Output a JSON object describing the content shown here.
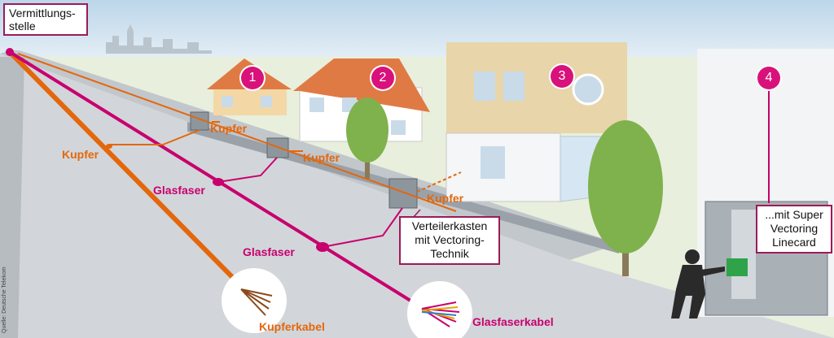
{
  "callouts": {
    "exchange": "Vermittlungs-\nstelle",
    "cabinet": "Verteilerkasten\nmit Vectoring-\nTechnik",
    "linecard": "...mit Super\nVectoring\nLinecard"
  },
  "labels": {
    "kupfer_road": "Kupfer",
    "kupfer_house1": "Kupfer",
    "kupfer_house2": "Kupfer",
    "kupfer_house3": "Kupfer",
    "glasfaser_1": "Glasfaser",
    "glasfaser_2": "Glasfaser",
    "kupferkabel": "Kupferkabel",
    "glasfaserkabel": "Glasfaserkabel"
  },
  "markers": [
    "1",
    "2",
    "3",
    "4"
  ],
  "source": "Quelle: Deutsche Telekom",
  "colors": {
    "copper": "#e4670c",
    "fiber": "#c8006e",
    "marker": "#d9127b"
  }
}
